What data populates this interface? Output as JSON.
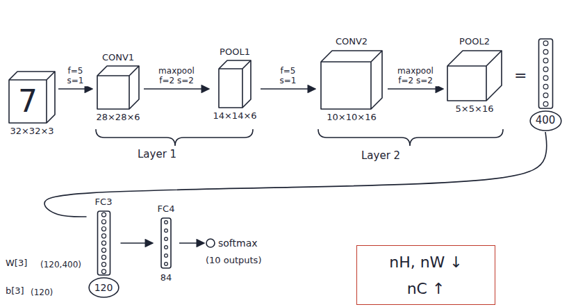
{
  "diagram": {
    "nodes": [
      {
        "text": [
          "7",
          "32×32×3"
        ]
      },
      {
        "text": [
          "CONV1",
          "28×28×6"
        ]
      },
      {
        "text": [
          "POOL1",
          "14×14×6"
        ]
      },
      {
        "text": [
          "CONV2",
          "10×10×16"
        ]
      },
      {
        "text": [
          "POOL2",
          "5×5×16"
        ]
      },
      {
        "text": [
          "400"
        ]
      },
      {
        "text": [
          "FC3",
          "120"
        ]
      },
      {
        "text": [
          "FC4",
          "84"
        ]
      },
      {
        "text": [
          "softmax",
          "(10 outputs)"
        ]
      },
      {
        "text": [
          "nH, nW ↓",
          "nC ↑"
        ]
      }
    ],
    "edges": [
      {
        "from": 0,
        "to": 1,
        "arrow": "to",
        "label": "f=5 s=1"
      },
      {
        "from": 1,
        "to": 2,
        "arrow": "to",
        "label": "maxpool f=2 s=2"
      },
      {
        "from": 2,
        "to": 3,
        "arrow": "to",
        "label": "f=5 s=1"
      },
      {
        "from": 3,
        "to": 4,
        "arrow": "to",
        "label": "maxpool f=2 s=2"
      },
      {
        "from": 5,
        "to": 6,
        "arrow": "none"
      },
      {
        "from": 6,
        "to": 7,
        "arrow": "to"
      },
      {
        "from": 7,
        "to": 8,
        "arrow": "to"
      }
    ],
    "labels": [
      "=",
      "Layer 1",
      "Layer 2",
      "W[3]",
      "(120,400)",
      "b[3]",
      "(120)"
    ]
  }
}
